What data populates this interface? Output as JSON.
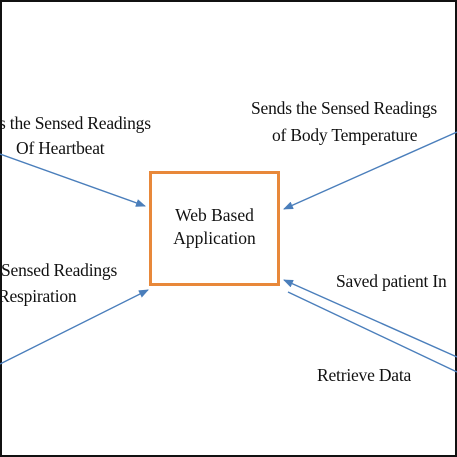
{
  "diagram": {
    "colors": {
      "arrow": "#4a7ebb",
      "node_border": "#e8883a",
      "frame": "#111111",
      "text": "#111111"
    },
    "node": {
      "label": "Web Based\nApplication"
    },
    "edges": [
      {
        "id": "heartbeat",
        "label_line1": "s the Sensed Readings",
        "label_line2": "Of Heartbeat"
      },
      {
        "id": "body-temperature",
        "label_line1": "Sends the Sensed Readings",
        "label_line2": "of Body Temperature"
      },
      {
        "id": "respiration",
        "label_line1": "Sensed Readings",
        "label_line2": "Respiration"
      },
      {
        "id": "saved-patient",
        "label_line1": "Saved patient In"
      },
      {
        "id": "retrieve-data",
        "label_line1": "Retrieve Data"
      }
    ]
  }
}
